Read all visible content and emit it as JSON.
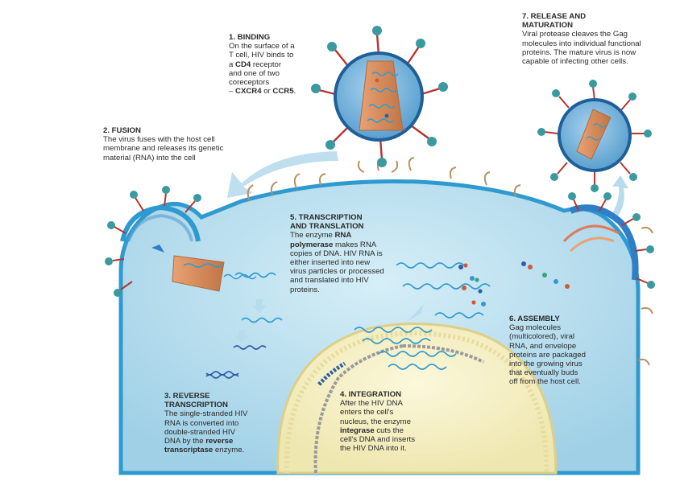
{
  "colors": {
    "cell_cytoplasm": "#bfe3f1",
    "cell_membrane": "#2f9ad0",
    "nucleus": "#f5f0c4",
    "virus_envelope": "#4a8fc0",
    "virus_core": "#d08a5c",
    "spike_head": "#3a9aa0",
    "spike_stalk": "#b5352f",
    "rna_strand": "#2f9ad0",
    "arrow": "#a9d2e6"
  },
  "steps": {
    "binding": {
      "title": "1. BINDING",
      "body": "On the surface of a\nT cell, HIV binds to\na {CD4} receptor\nand one of two\ncoreceptors\n– {CXCR4} or {CCR5}."
    },
    "fusion": {
      "title": "2. FUSION",
      "body": "The virus fuses with the host cell\nmembrane and releases its genetic\nmaterial (RNA) into the cell"
    },
    "reverse_transcription": {
      "title": "3. REVERSE\nTRANSCRIPTION",
      "body": "The single-stranded HIV\nRNA is converted into\ndouble-stranded HIV\nDNA by the {reverse}\n{transcriptase} enzyme."
    },
    "integration": {
      "title": "4. INTEGRATION",
      "body": "After the HIV DNA\nenters the cell's\nnucleus, the enzyme\n{integrase} cuts the\ncell's DNA and inserts\nthe HIV DNA into it."
    },
    "transcription_translation": {
      "title": "5. TRANSCRIPTION\nAND TRANSLATION",
      "body": "The enzyme {RNA}\n{polymerase} makes RNA\ncopies of DNA. HIV RNA is\neither inserted into new\nvirus particles or processed\nand translated into HIV\nproteins."
    },
    "assembly": {
      "title": "6. ASSEMBLY",
      "body": "Gag molecules\n(multicolored), viral\nRNA, and envelope\nproteins are packaged\ninto the growing virus\nthat eventually buds\noff from the host cell."
    },
    "release_maturation": {
      "title": "7. RELEASE AND\nMATURATION",
      "body": "Viral protease cleaves the Gag\nmolecules into individual functional\nproteins. The mature virus is now\ncapable of infecting other cells."
    }
  }
}
